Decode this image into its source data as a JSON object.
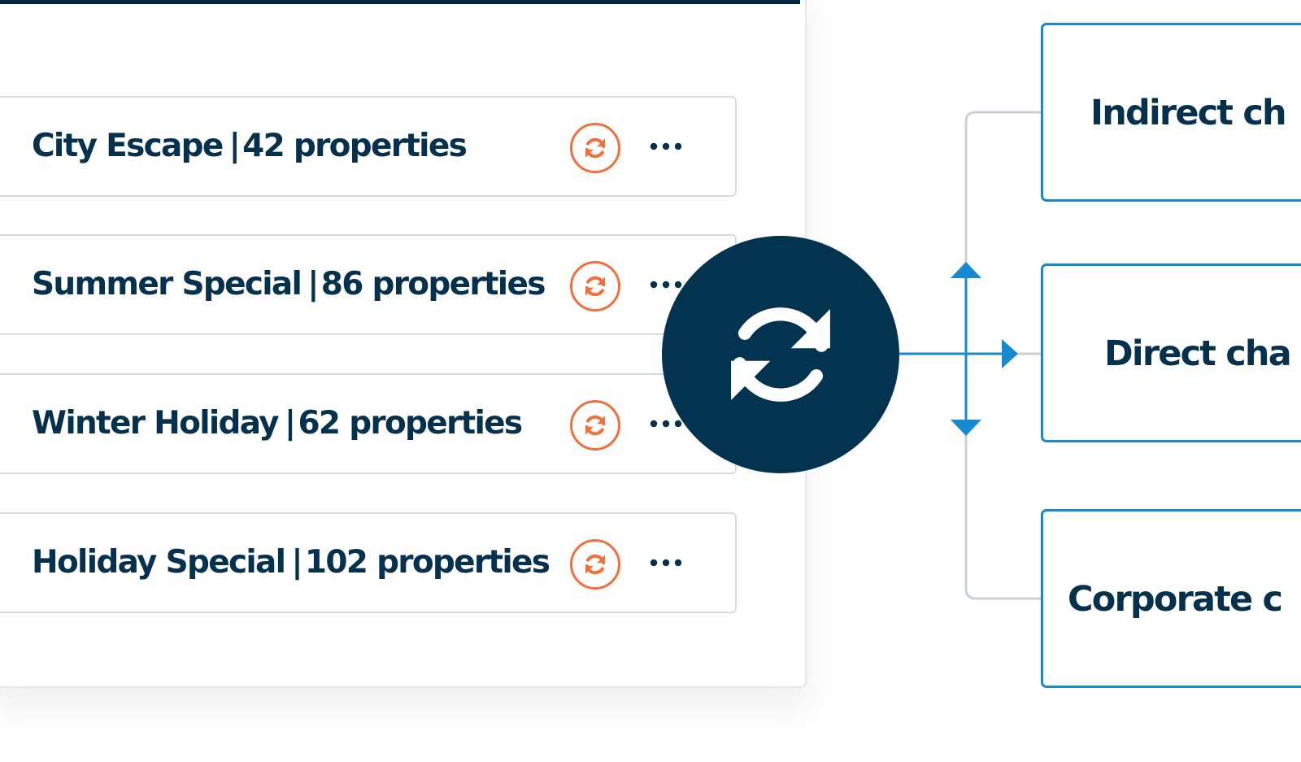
{
  "packages": [
    {
      "name": "City Escape",
      "separator": "|",
      "count": "42 properties"
    },
    {
      "name": "Summer Special",
      "separator": "|",
      "count": "86 properties"
    },
    {
      "name": "Winter Holiday",
      "separator": "|",
      "count": "62 properties"
    },
    {
      "name": "Holiday Special",
      "separator": "|",
      "count": "102 properties"
    }
  ],
  "channels": [
    {
      "label": "Indirect ch"
    },
    {
      "label": "Direct cha"
    },
    {
      "label": "Corporate c"
    }
  ],
  "icons": {
    "row_sync": "sync-icon",
    "row_more": "more-options-icon",
    "hub": "sync-hub-icon"
  },
  "colors": {
    "navy": "#03334f",
    "text": "#06314d",
    "accent_orange": "#f26f3a",
    "accent_blue": "#168ad1",
    "border": "#d4dbe3"
  }
}
